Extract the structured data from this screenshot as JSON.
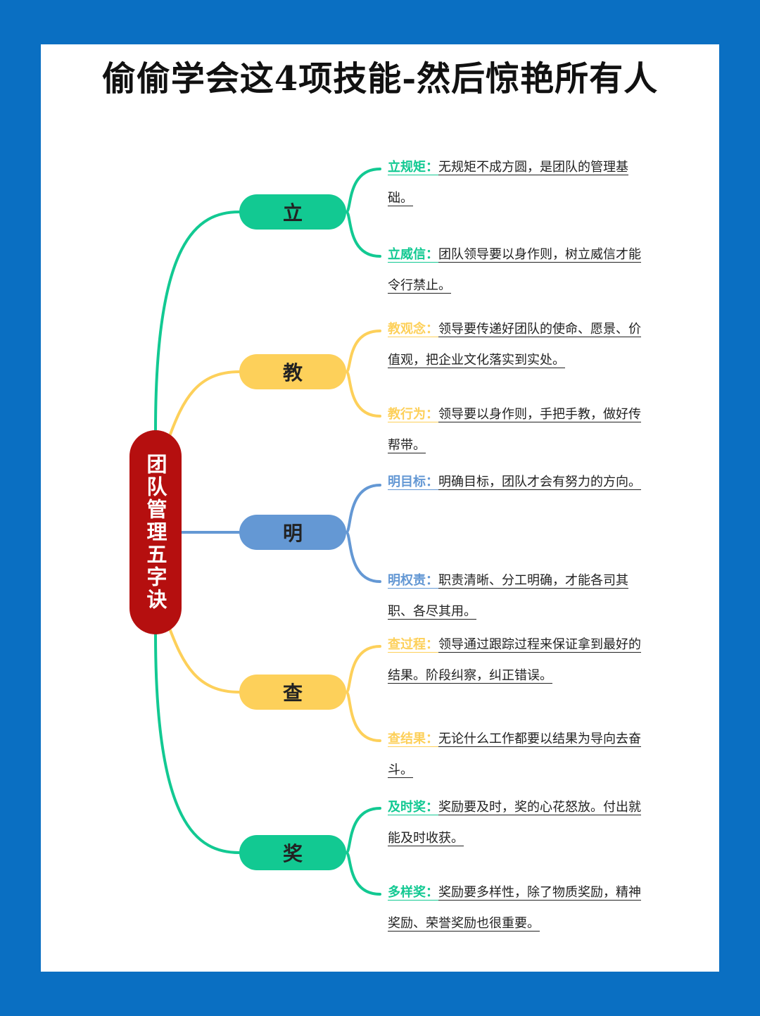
{
  "title": "偷偷学会这4项技能-然后惊艳所有人",
  "root": "团队管理五字诀",
  "colors": {
    "background": "#0a6fc2",
    "root": "#b50f0f",
    "green": "#12c992",
    "yellow": "#fdd05a",
    "blue": "#6498d4"
  },
  "branches": [
    {
      "label": "立",
      "color": "#12c992",
      "items": [
        {
          "label": "立规矩：",
          "text": "无规矩不成方圆，是团队的管理基础。"
        },
        {
          "label": "立威信：",
          "text": "团队领导要以身作则，树立威信才能令行禁止。"
        }
      ]
    },
    {
      "label": "教",
      "color": "#fdd05a",
      "items": [
        {
          "label": "教观念：",
          "text": "领导要传递好团队的使命、愿景、价值观，把企业文化落实到实处。"
        },
        {
          "label": "教行为：",
          "text": "领导要以身作则，手把手教，做好传帮带。"
        }
      ]
    },
    {
      "label": "明",
      "color": "#6498d4",
      "items": [
        {
          "label": "明目标：",
          "text": "明确目标，团队才会有努力的方向。"
        },
        {
          "label": "明权责：",
          "text": "职责清晰、分工明确，才能各司其职、各尽其用。"
        }
      ]
    },
    {
      "label": "查",
      "color": "#fdd05a",
      "items": [
        {
          "label": "查过程：",
          "text": "领导通过跟踪过程来保证拿到最好的结果。阶段纠察，纠正错误。"
        },
        {
          "label": "查结果：",
          "text": "无论什么工作都要以结果为导向去奋斗。"
        }
      ]
    },
    {
      "label": "奖",
      "color": "#12c992",
      "items": [
        {
          "label": "及时奖：",
          "text": "奖励要及时，奖的心花怒放。付出就能及时收获。"
        },
        {
          "label": "多样奖：",
          "text": "奖励要多样性，除了物质奖励，精神奖励、荣誉奖励也很重要。"
        }
      ]
    }
  ]
}
